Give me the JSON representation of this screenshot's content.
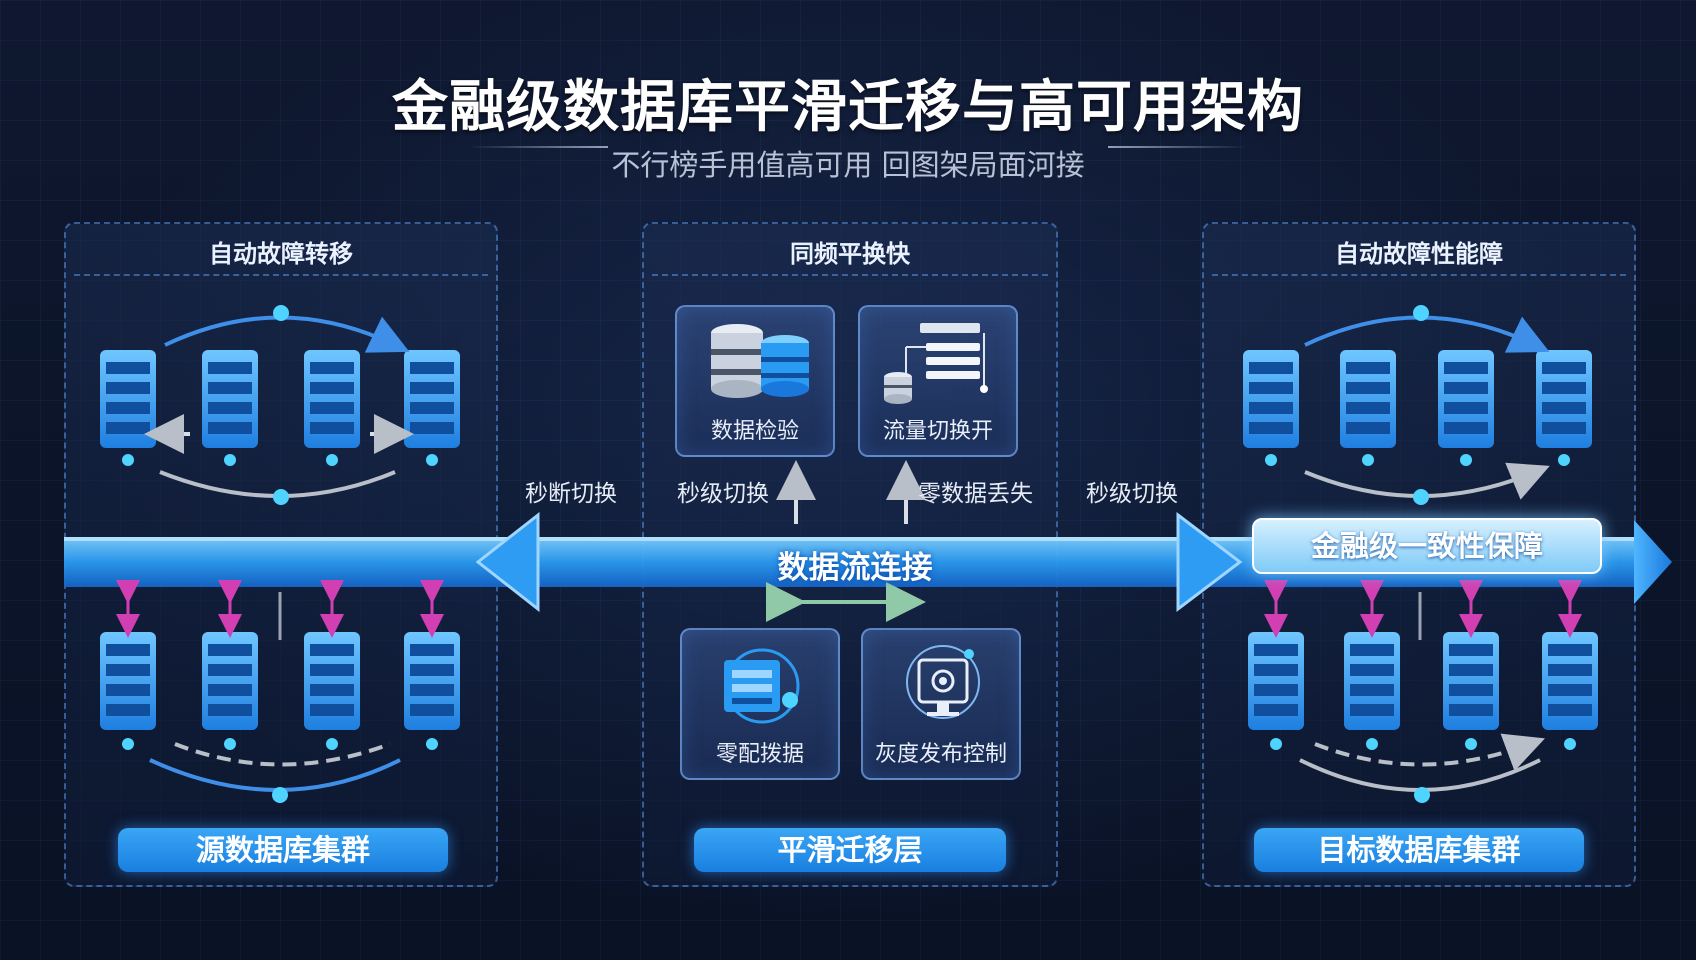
{
  "title": "金融级数据库平滑迁移与高可用架构",
  "subtitle": "不行榜手用值高可用 回图架局面河接",
  "panels": {
    "left": {
      "title": "自动故障转移",
      "pill": "源数据库集群"
    },
    "middle": {
      "title": "同频平换快",
      "pill": "平滑迁移层",
      "cards": [
        {
          "label": "数据检验",
          "icon": "database-check-icon"
        },
        {
          "label": "流量切换开",
          "icon": "traffic-switch-icon"
        },
        {
          "label": "零配拨据",
          "icon": "zero-data-icon"
        },
        {
          "label": "灰度发布控制",
          "icon": "gray-release-icon"
        }
      ]
    },
    "right": {
      "title": "自动故障性能障",
      "pill": "目标数据库集群"
    }
  },
  "labels": {
    "left_switch": "秒断切换",
    "mid_switch": "秒级切换",
    "zero_loss": "零数据丢失",
    "right_switch": "秒级切换"
  },
  "flow": {
    "label": "数据流连接"
  },
  "guarantee": {
    "label": "金融级一致性保障"
  },
  "colors": {
    "background": "#0b1428",
    "panel_border": "#5a96e6",
    "accent_blue": "#2a8ff0",
    "server_blue": "#3fa9f5",
    "magenta_link": "#d23fb2",
    "node_cyan": "#4fd3ff"
  }
}
